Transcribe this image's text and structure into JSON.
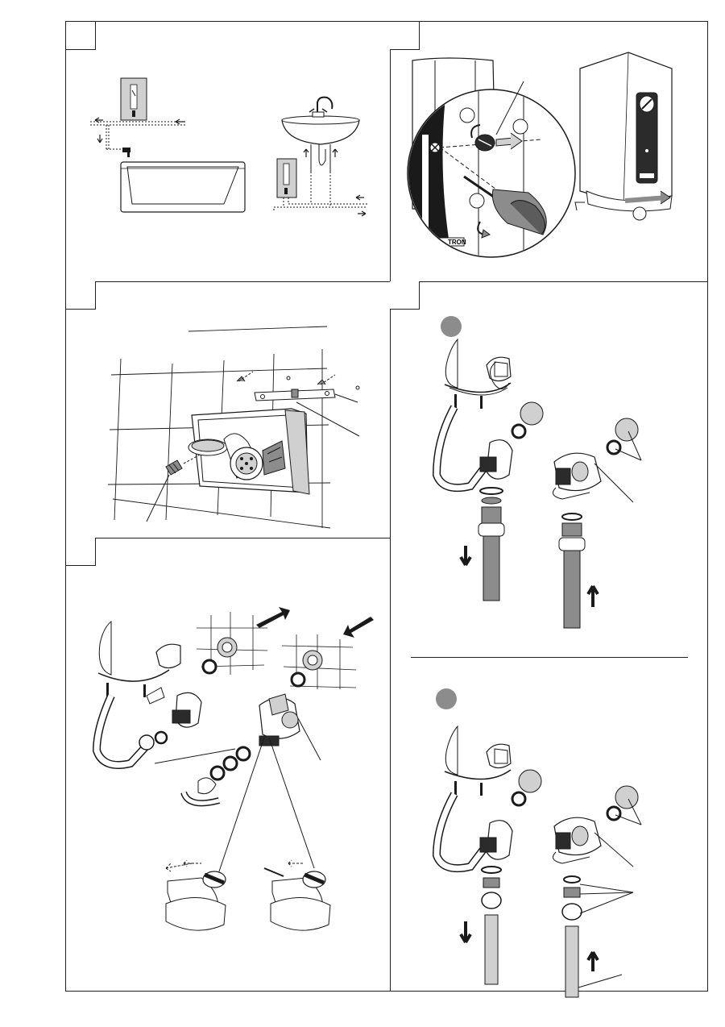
{
  "figure": {
    "panels": [
      {
        "id": "panel-installation-locations",
        "tab_label": ""
      },
      {
        "id": "panel-cover-removal",
        "tab_label": ""
      },
      {
        "id": "panel-wall-mounting",
        "tab_label": ""
      },
      {
        "id": "panel-pipe-connection",
        "tab_label": ""
      },
      {
        "id": "panel-surface-connection",
        "tab_label": ""
      }
    ],
    "brand_stamp": "TRON",
    "step_markers": [
      "",
      ""
    ]
  },
  "colors": {
    "line": "#1a1a1a",
    "grey_fill": "#8c8c8c",
    "light_grey": "#d0d0d0",
    "dark_fill": "#2b2b2b",
    "white": "#ffffff"
  }
}
